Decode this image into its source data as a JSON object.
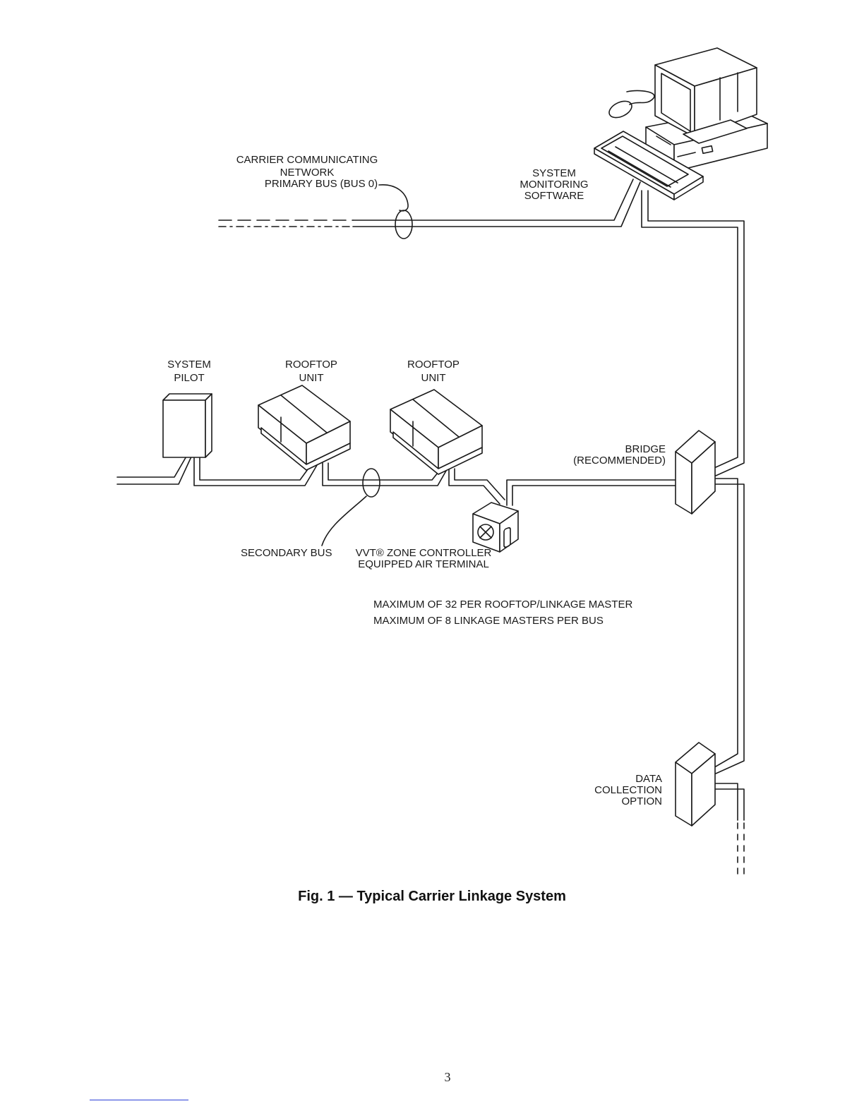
{
  "diagram": {
    "labels": {
      "primary_bus": [
        "CARRIER COMMUNICATING",
        "NETWORK",
        "PRIMARY BUS (BUS 0)"
      ],
      "system_monitoring": [
        "SYSTEM",
        "MONITORING",
        "SOFTWARE"
      ],
      "system_pilot": [
        "SYSTEM",
        "PILOT"
      ],
      "rooftop_unit_1": [
        "ROOFTOP",
        "UNIT"
      ],
      "rooftop_unit_2": [
        "ROOFTOP",
        "UNIT"
      ],
      "bridge": [
        "BRIDGE",
        "(RECOMMENDED)"
      ],
      "secondary_bus": "SECONDARY BUS",
      "vvt_terminal": [
        "VVT® ZONE CONTROLLER",
        "EQUIPPED AIR TERMINAL"
      ],
      "notes": [
        "MAXIMUM OF 32 PER ROOFTOP/LINKAGE MASTER",
        "MAXIMUM OF 8 LINKAGE MASTERS PER BUS"
      ],
      "data_collection": [
        "DATA",
        "COLLECTION",
        "OPTION"
      ]
    }
  },
  "caption": "Fig. 1 — Typical Carrier Linkage System",
  "page_number": "3"
}
